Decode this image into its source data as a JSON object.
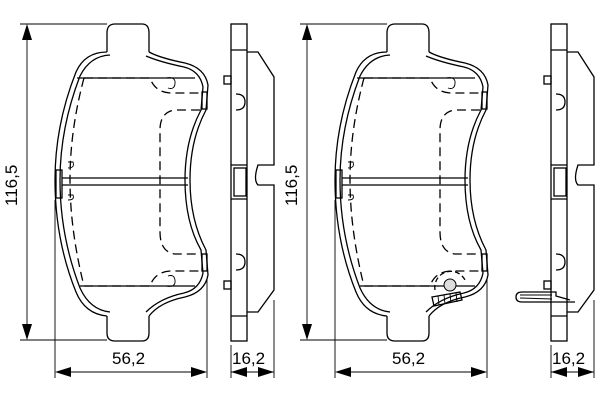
{
  "drawing": {
    "subject": "brake pad set technical drawing",
    "views": [
      {
        "name": "pad-1",
        "height_dim": "116,5",
        "width_dim": "56,2",
        "thickness_dim": "16,2",
        "has_wear_indicator": false
      },
      {
        "name": "pad-2",
        "height_dim": "116,5",
        "width_dim": "56,2",
        "thickness_dim": "16,2",
        "has_wear_indicator": true
      }
    ],
    "colors": {
      "line": "#000000",
      "background": "#ffffff"
    }
  }
}
